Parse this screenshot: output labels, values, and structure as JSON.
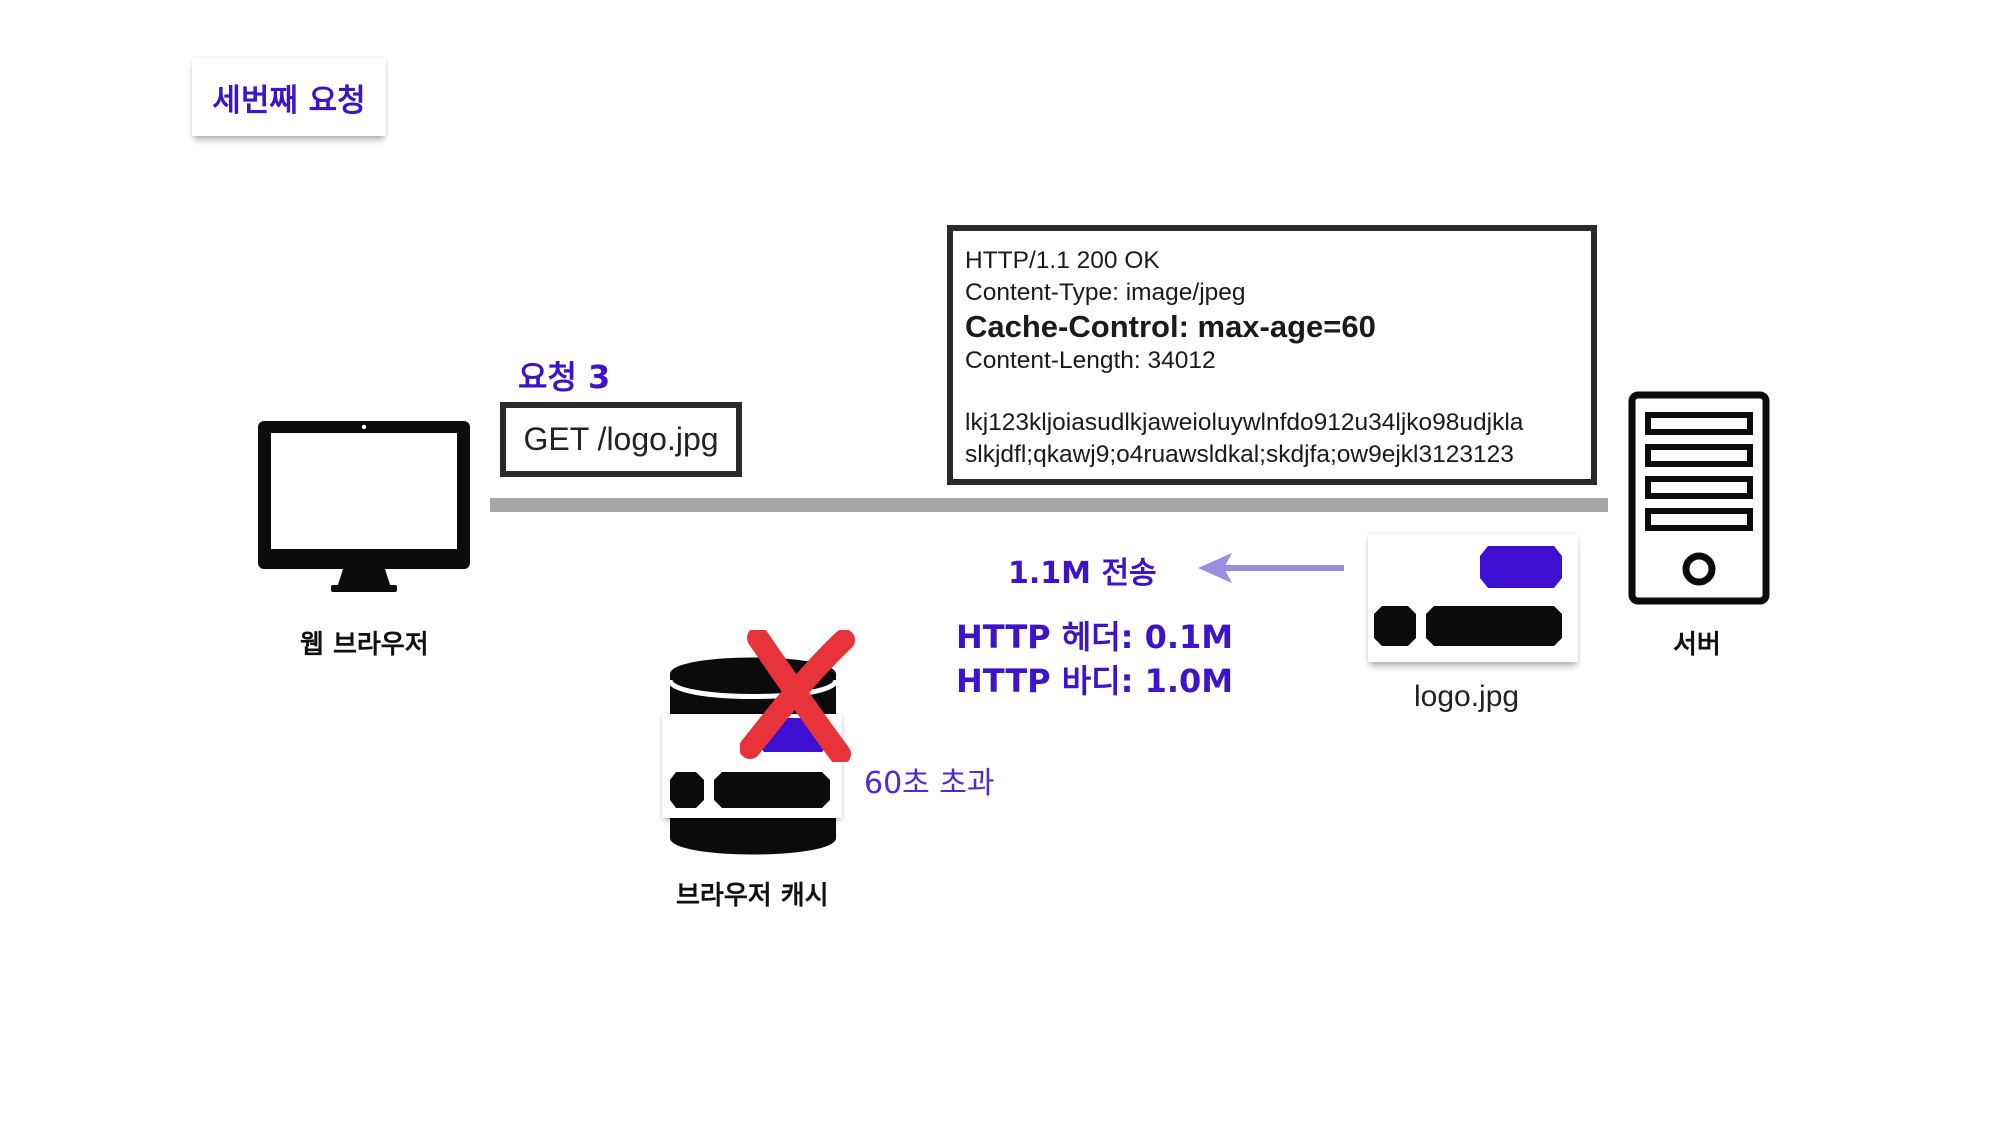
{
  "title": "세번째 요청",
  "request": {
    "label": "요청 3",
    "line": "GET /logo.jpg"
  },
  "response": {
    "status_line": "HTTP/1.1 200 OK",
    "content_type": "Content-Type: image/jpeg",
    "cache_control": "Cache-Control: max-age=60",
    "content_length": "Content-Length: 34012",
    "body_line1": "lkj123kljoiasudlkjaweioluywlnfdo912u34ljko98udjkla",
    "body_line2": "slkjdfl;qkawj9;o4ruawsldkal;skdjfa;ow9ejkl3123123"
  },
  "transfer": {
    "label": "1.1M 전송",
    "header_size": "HTTP 헤더: 0.1M",
    "body_size": "HTTP 바디: 1.0M"
  },
  "cache": {
    "label": "브라우저 캐시",
    "status": "60초 초과"
  },
  "browser": {
    "label": "웹 브라우저"
  },
  "server": {
    "label": "서버"
  },
  "image": {
    "label": "logo.jpg"
  },
  "colors": {
    "accent": "#3d14c8",
    "cancel": "#e8333a",
    "wire": "#a6a6a6",
    "arrow": "#9b8ee0"
  },
  "icons": [
    "monitor-icon",
    "server-tower-icon",
    "database-icon",
    "cancel-x-icon",
    "arrow-left-icon",
    "image-placeholder-icon"
  ]
}
